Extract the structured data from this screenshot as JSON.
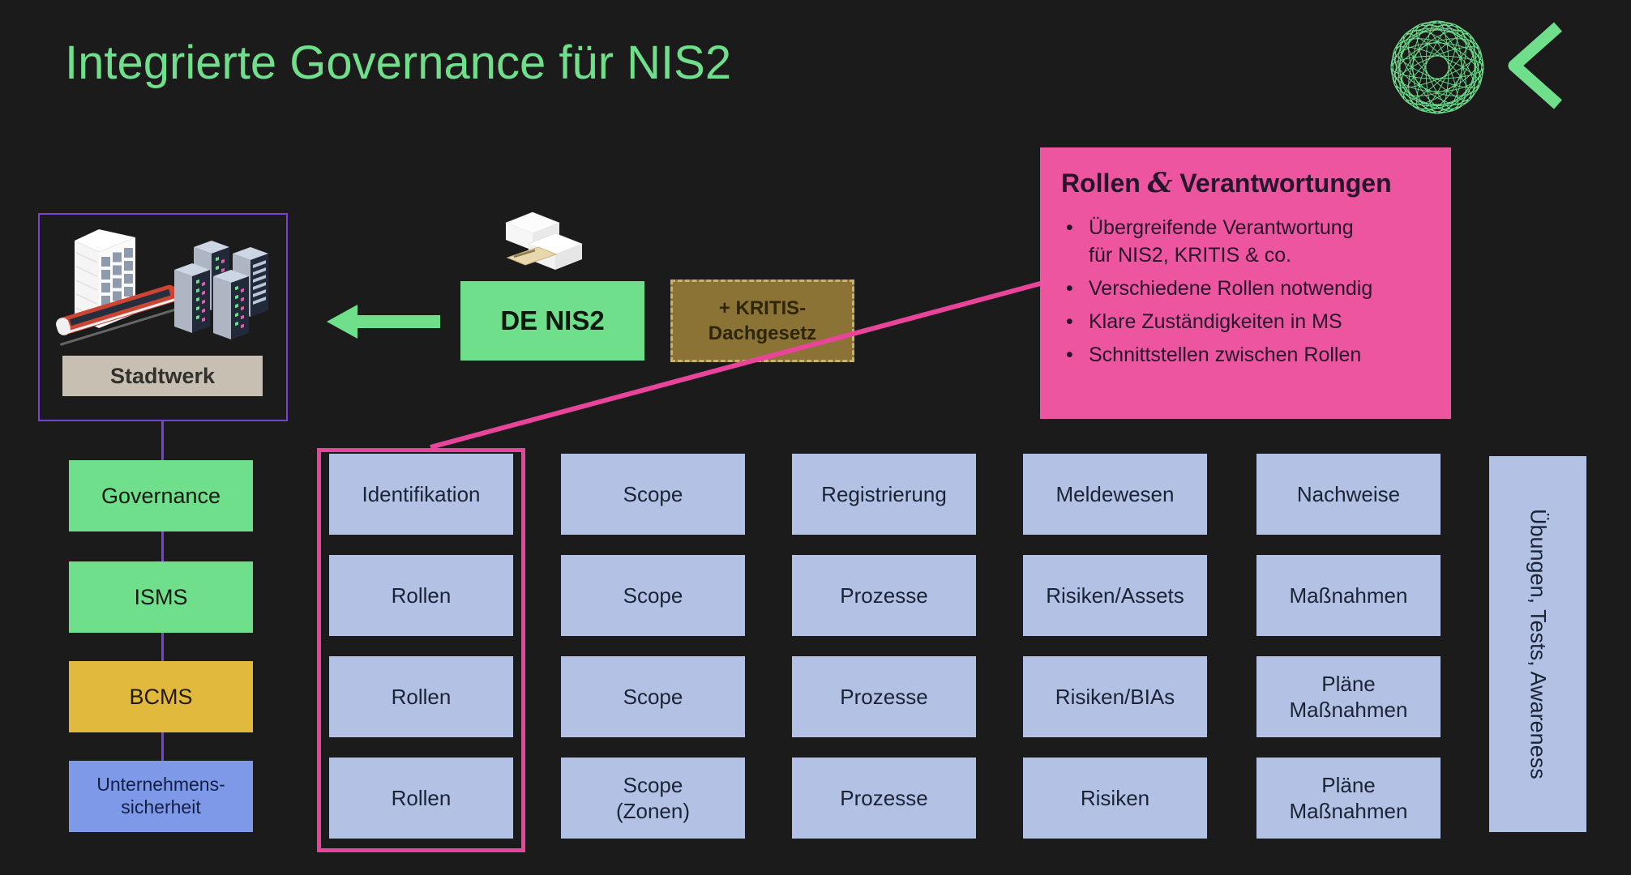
{
  "slide": {
    "title": "Integrierte Governance für NIS2"
  },
  "icons": {
    "logo": "spirograph-sphere",
    "chevron": "angle-left",
    "stadtwerk": "building-train-servers",
    "documents": "paper-stacks-with-envelope",
    "arrow": "left-arrow"
  },
  "info_box": {
    "title_prefix": "Rollen",
    "title_ampersand": "&",
    "title_suffix": "Verantwortungen",
    "bullets": [
      "Übergreifende Verantwortung\nfür NIS2, KRITIS & co.",
      "Verschiedene Rollen notwendig",
      "Klare Zuständigkeiten in MS",
      "Schnittstellen zwischen Rollen"
    ]
  },
  "stadtwerk": {
    "label": "Stadtwerk"
  },
  "governance_stack": [
    {
      "label": "Governance",
      "color": "#6fdf8c"
    },
    {
      "label": "ISMS",
      "color": "#6fdf8c"
    },
    {
      "label": "BCMS",
      "color": "#e1b93d"
    },
    {
      "label": "Unternehmens-\nsicherheit",
      "color": "#7e99e8"
    }
  ],
  "regulation": {
    "de_nis2_label": "DE NIS2",
    "kritis_label": "+ KRITIS-\nDachgesetz"
  },
  "matrix": {
    "columns": [
      {
        "highlighted": true,
        "cells": [
          "Identifikation",
          "Rollen",
          "Rollen",
          "Rollen"
        ]
      },
      {
        "highlighted": false,
        "cells": [
          "Scope",
          "Scope",
          "Scope",
          "Scope\n(Zonen)"
        ]
      },
      {
        "highlighted": false,
        "cells": [
          "Registrierung",
          "Prozesse",
          "Prozesse",
          "Prozesse"
        ]
      },
      {
        "highlighted": false,
        "cells": [
          "Meldewesen",
          "Risiken/Assets",
          "Risiken/BIAs",
          "Risiken"
        ]
      },
      {
        "highlighted": false,
        "cells": [
          "Nachweise",
          "Maßnahmen",
          "Pläne\nMaßnahmen",
          "Pläne\nMaßnahmen"
        ]
      }
    ],
    "side_box_label": "Übungen, Tests, Awareness"
  },
  "colors": {
    "background": "#1b1b1b",
    "accent_green": "#6fdf8c",
    "accent_pink": "#e8459a",
    "info_box_pink": "#ee55a0",
    "cell_blue": "#b3c1e5",
    "bcms_yellow": "#e1b93d",
    "security_blue": "#7e99e8",
    "purple_connector": "#7c3fd9",
    "kritis_olive": "#8a7335",
    "stadtwerk_beige": "#c7bfb1"
  }
}
